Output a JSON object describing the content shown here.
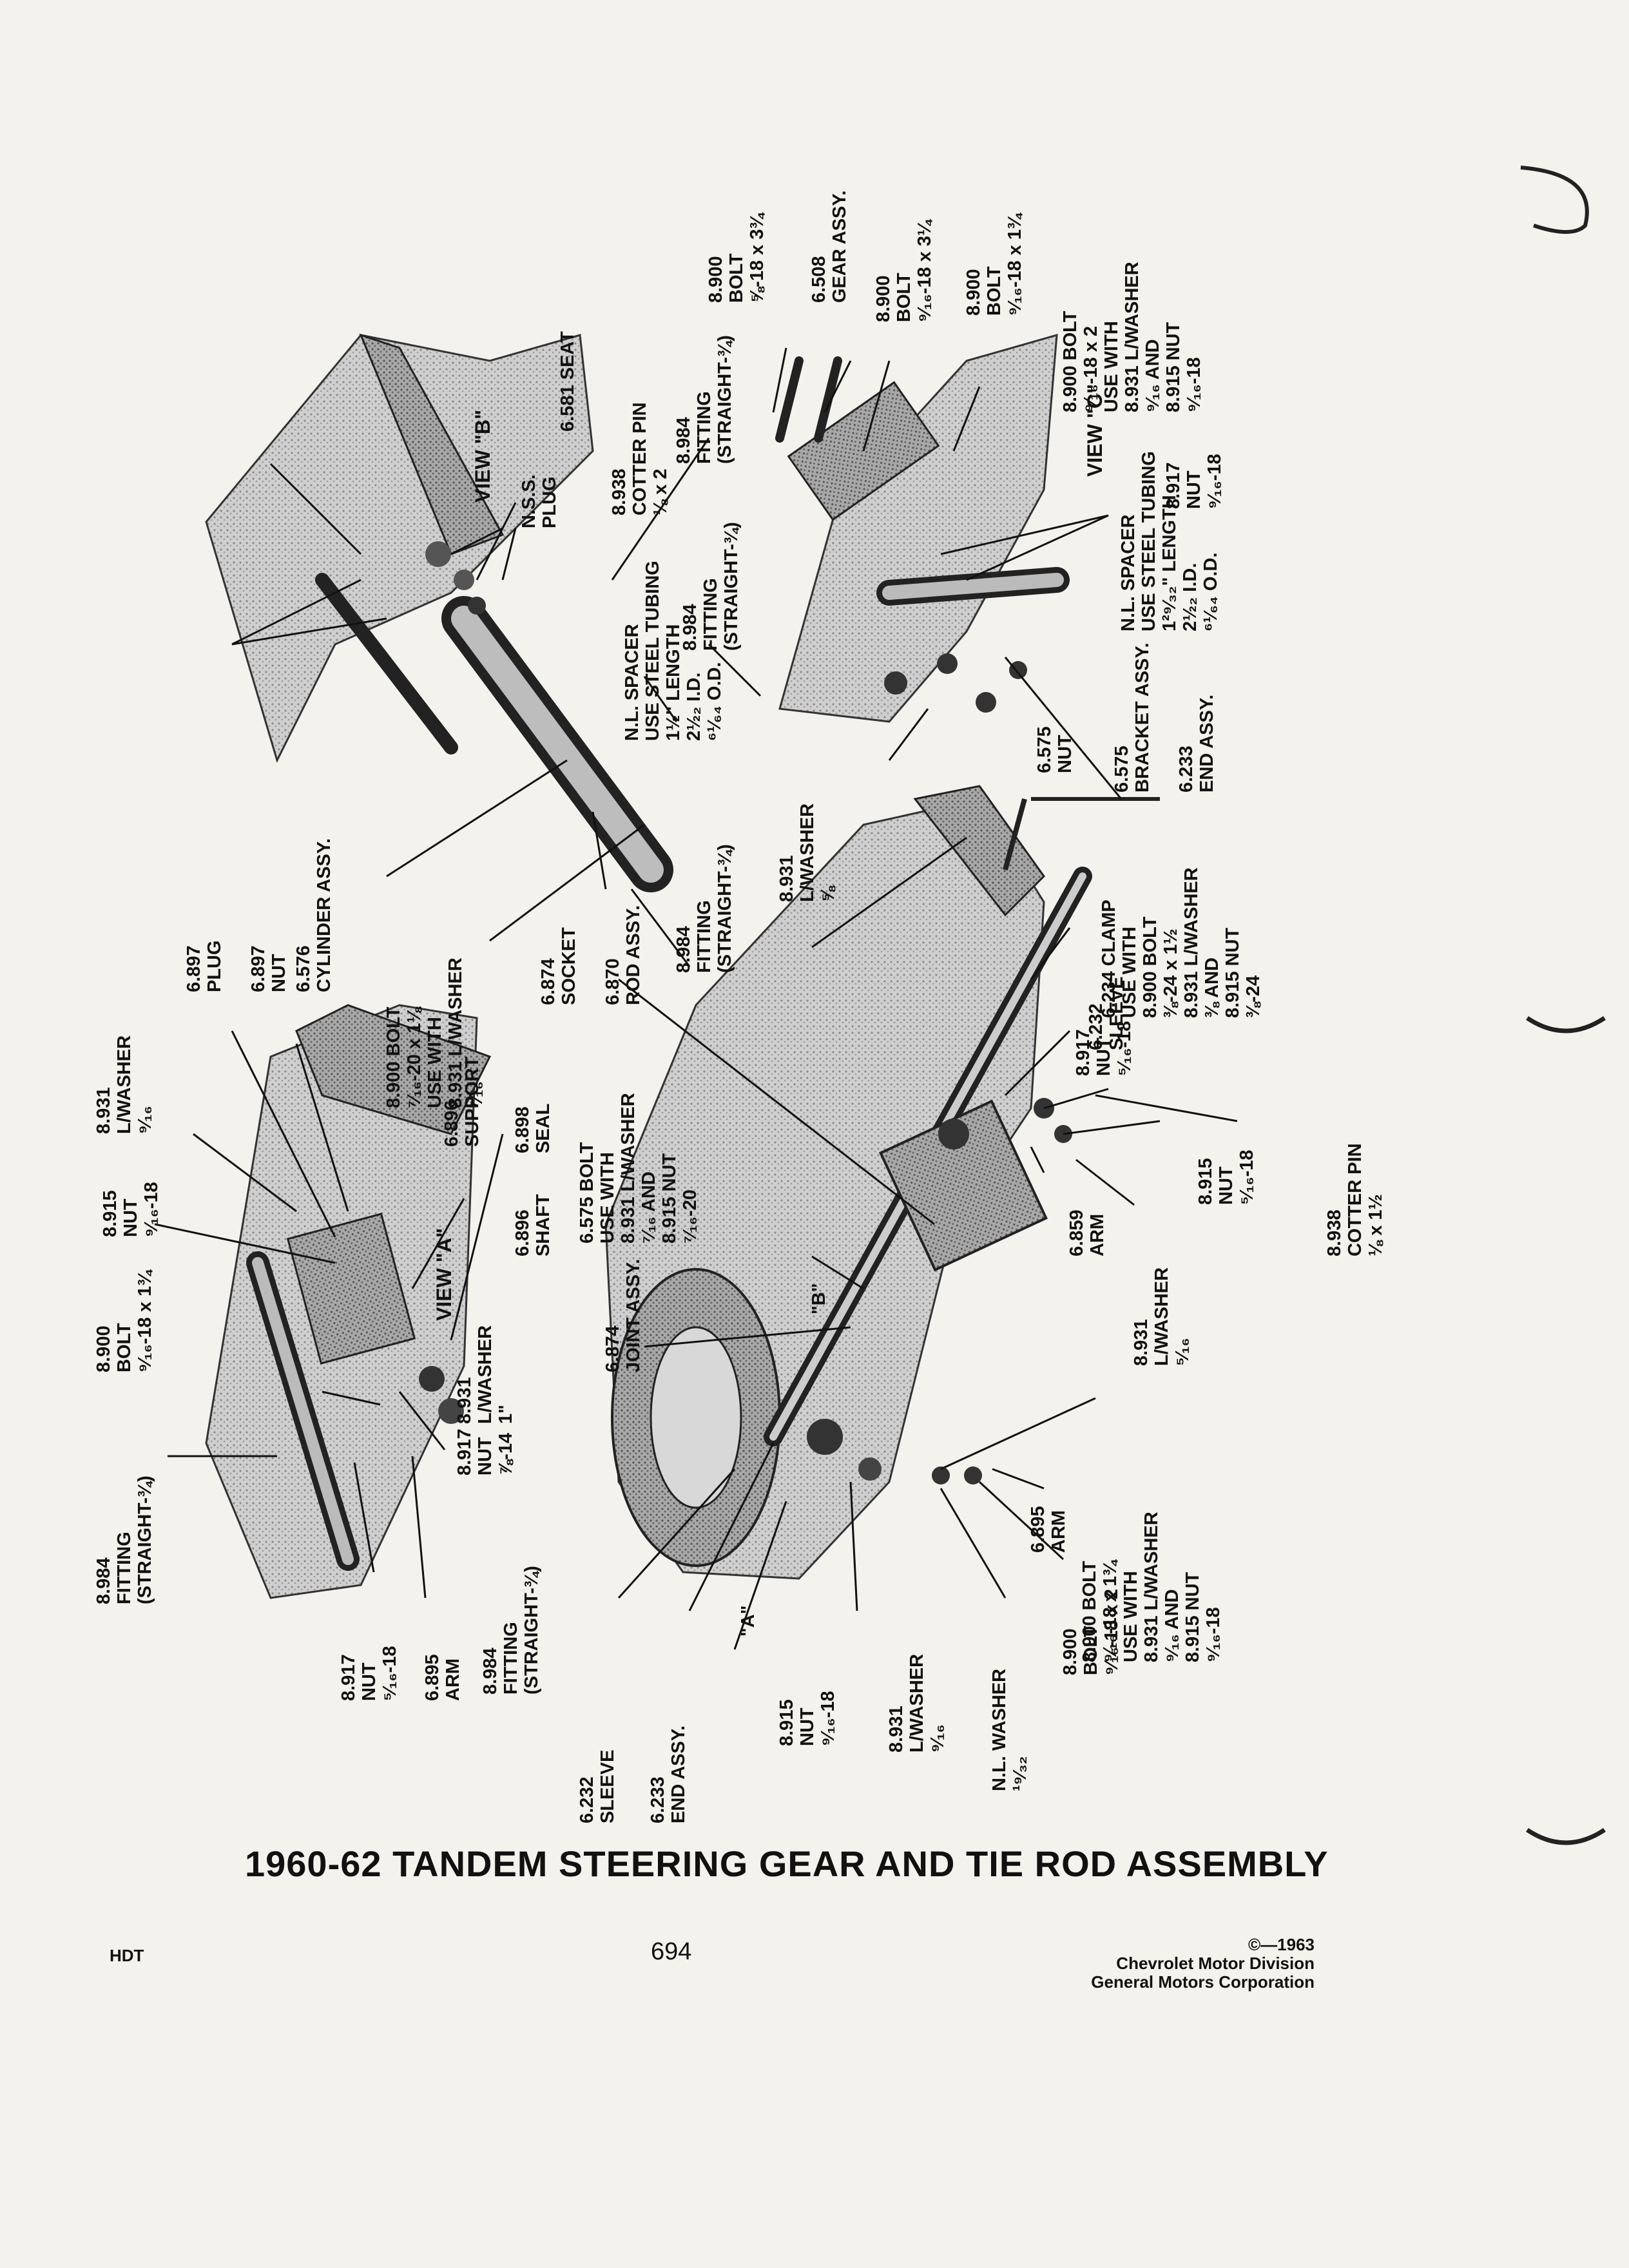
{
  "title": "1960-62 TANDEM STEERING GEAR AND TIE ROD ASSEMBLY",
  "footer": {
    "left": "HDT",
    "page_number": "694",
    "copyright": "©—1963",
    "publisher_line1": "Chevrolet Motor Division",
    "publisher_line2": "General Motors Corporation"
  },
  "labels": [
    {
      "id": "nut-top",
      "lines": [
        "8.917",
        "NUT",
        "⁹⁄₁₆-18"
      ]
    },
    {
      "id": "view-b",
      "lines": [
        "VIEW \"B\""
      ]
    },
    {
      "id": "nss-plug",
      "lines": [
        "N.S.S.",
        "PLUG"
      ]
    },
    {
      "id": "seat",
      "lines": [
        "6.581 SEAT"
      ]
    },
    {
      "id": "cotter-top",
      "lines": [
        "8.938",
        "COTTER PIN",
        "⅛ x 2"
      ]
    },
    {
      "id": "fitting-top",
      "lines": [
        "8.984",
        "FITTING",
        "(STRAIGHT-¾)"
      ]
    },
    {
      "id": "bolt-c1",
      "lines": [
        "8.900",
        "BOLT",
        "⅝-18 x 3¾"
      ]
    },
    {
      "id": "gear-assy",
      "lines": [
        "6.508",
        "GEAR ASSY."
      ]
    },
    {
      "id": "bolt-c2",
      "lines": [
        "8.900",
        "BOLT",
        "⁹⁄₁₆-18 x 3¼"
      ]
    },
    {
      "id": "bolt-c3",
      "lines": [
        "8.900",
        "BOLT",
        "⁹⁄₁₆-18 x 1¾"
      ]
    },
    {
      "id": "bolt-c4",
      "lines": [
        "8.900 BOLT",
        "⁹⁄₁₆-18 x 2",
        "USE WITH",
        "8.931 L/WASHER",
        "⁹⁄₁₆ AND",
        "8.915 NUT",
        "⁹⁄₁₆-18"
      ]
    },
    {
      "id": "view-c",
      "lines": [
        "VIEW \"C\""
      ]
    },
    {
      "id": "spacer-c",
      "lines": [
        "N.L. SPACER",
        "USE STEEL TUBING",
        "1²⁹⁄₃₂\" LENGTH",
        "2½₂ I.D.",
        "⁶¹⁄₆₄ O.D."
      ]
    },
    {
      "id": "fitting-b",
      "lines": [
        "8.984",
        "FITTING",
        "(STRAIGHT-¾)"
      ]
    },
    {
      "id": "spacer-b",
      "lines": [
        "N.L. SPACER",
        "USE STEEL TUBING",
        "1½\" LENGTH",
        "2½₂ I.D.",
        "⁶¹⁄₆₄ O.D."
      ]
    },
    {
      "id": "lwasher-58",
      "lines": [
        "8.931",
        "L/WASHER",
        "⅝"
      ]
    },
    {
      "id": "nut-6575",
      "lines": [
        "6.575",
        "NUT"
      ]
    },
    {
      "id": "bracket-assy",
      "lines": [
        "6.575",
        "BRACKET ASSY."
      ]
    },
    {
      "id": "end-assy-r",
      "lines": [
        "6.233",
        "END ASSY."
      ]
    },
    {
      "id": "cylinder-assy",
      "lines": [
        "6.576",
        "CYLINDER ASSY."
      ]
    },
    {
      "id": "bolt-716",
      "lines": [
        "8.900 BOLT",
        "⁷⁄₁₆-20 x 1⅛",
        "USE WITH",
        "8.931 L/WASHER",
        "⁷⁄₁₆"
      ]
    },
    {
      "id": "socket",
      "lines": [
        "6.874",
        "SOCKET"
      ]
    },
    {
      "id": "rod-assy",
      "lines": [
        "6.870",
        "ROD ASSY."
      ]
    },
    {
      "id": "fitting-mid",
      "lines": [
        "8.984",
        "FITTING",
        "(STRAIGHT-¾)"
      ]
    },
    {
      "id": "plug-6897",
      "lines": [
        "6.897",
        "PLUG"
      ]
    },
    {
      "id": "nut-6897",
      "lines": [
        "6.897",
        "NUT"
      ]
    },
    {
      "id": "lwasher-916-a",
      "lines": [
        "8.931",
        "L/WASHER",
        "⁹⁄₁₆"
      ]
    },
    {
      "id": "nut-915-a",
      "lines": [
        "8.915",
        "NUT",
        "⁹⁄₁₆-18"
      ]
    },
    {
      "id": "support",
      "lines": [
        "6.896",
        "SUPPORT"
      ]
    },
    {
      "id": "seal",
      "lines": [
        "6.898",
        "SEAL"
      ]
    },
    {
      "id": "bolt-6575",
      "lines": [
        "6.575 BOLT",
        "USE WITH",
        "8.931 L/WASHER",
        "⁷⁄₁₆ AND",
        "8.915 NUT",
        "⁷⁄₁₆-20"
      ]
    },
    {
      "id": "shaft",
      "lines": [
        "6.896",
        "SHAFT"
      ]
    },
    {
      "id": "view-a",
      "lines": [
        "VIEW \"A\""
      ]
    },
    {
      "id": "bolt-a",
      "lines": [
        "8.900",
        "BOLT",
        "⁹⁄₁₆-18 x 1¾"
      ]
    },
    {
      "id": "lwasher-1",
      "lines": [
        "8.931",
        "L/WASHER",
        "1\""
      ]
    },
    {
      "id": "nut-78",
      "lines": [
        "8.917",
        "NUT",
        "⅞-14"
      ]
    },
    {
      "id": "fitting-left",
      "lines": [
        "8.984",
        "FITTING",
        "(STRAIGHT-¾)"
      ]
    },
    {
      "id": "joint-assy",
      "lines": [
        "6.874",
        "JOINT ASSY."
      ]
    },
    {
      "id": "mark-b",
      "lines": [
        "\"B\""
      ]
    },
    {
      "id": "clamp",
      "lines": [
        "6.234 CLAMP",
        "USE WITH",
        "8.900 BOLT",
        "⅜-24 x 1½",
        "8.931 L/WASHER",
        "⅜ AND",
        "8.915 NUT",
        "⅜-24"
      ]
    },
    {
      "id": "sleeve-r",
      "lines": [
        "6.232",
        "SLEEVE"
      ]
    },
    {
      "id": "nut-516-r",
      "lines": [
        "8.917",
        "NUT",
        "⁵⁄₁₆-18"
      ]
    },
    {
      "id": "nut-915-r",
      "lines": [
        "8.915",
        "NUT",
        "⁵⁄₁₆-18"
      ]
    },
    {
      "id": "cotter-r",
      "lines": [
        "8.938",
        "COTTER PIN",
        "⅛ x 1½"
      ]
    },
    {
      "id": "arm-6859",
      "lines": [
        "6.859",
        "ARM"
      ]
    },
    {
      "id": "lwasher-516",
      "lines": [
        "8.931",
        "L/WASHER",
        "⁵⁄₁₆"
      ]
    },
    {
      "id": "bolt-lower",
      "lines": [
        "8.900 BOLT",
        "⁹⁄₁₆-18 x 1¾",
        "USE WITH",
        "8.931 L/WASHER",
        "⁹⁄₁₆ AND",
        "8.915 NUT",
        "⁹⁄₁₆-18"
      ]
    },
    {
      "id": "arm-6895-r",
      "lines": [
        "6.895",
        "ARM"
      ]
    },
    {
      "id": "bolt-bottom",
      "lines": [
        "8.900",
        "BOLT",
        "⁹⁄₁₆-18 x 2"
      ]
    },
    {
      "id": "washer-nl",
      "lines": [
        "N.L. WASHER",
        "¹⁹⁄₃₂"
      ]
    },
    {
      "id": "lwasher-916-b",
      "lines": [
        "8.931",
        "L/WASHER",
        "⁹⁄₁₆"
      ]
    },
    {
      "id": "nut-915-b",
      "lines": [
        "8.915",
        "NUT",
        "⁹⁄₁₆-18"
      ]
    },
    {
      "id": "mark-a",
      "lines": [
        "\"A\""
      ]
    },
    {
      "id": "end-assy-l",
      "lines": [
        "6.233",
        "END ASSY."
      ]
    },
    {
      "id": "sleeve-l",
      "lines": [
        "6.232",
        "SLEEVE"
      ]
    },
    {
      "id": "fitting-bl",
      "lines": [
        "8.984",
        "FITTING",
        "(STRAIGHT-¾)"
      ]
    },
    {
      "id": "arm-6895-l",
      "lines": [
        "6.895",
        "ARM"
      ]
    },
    {
      "id": "nut-516-l",
      "lines": [
        "8.917",
        "NUT",
        "⁵⁄₁₆-18"
      ]
    }
  ]
}
